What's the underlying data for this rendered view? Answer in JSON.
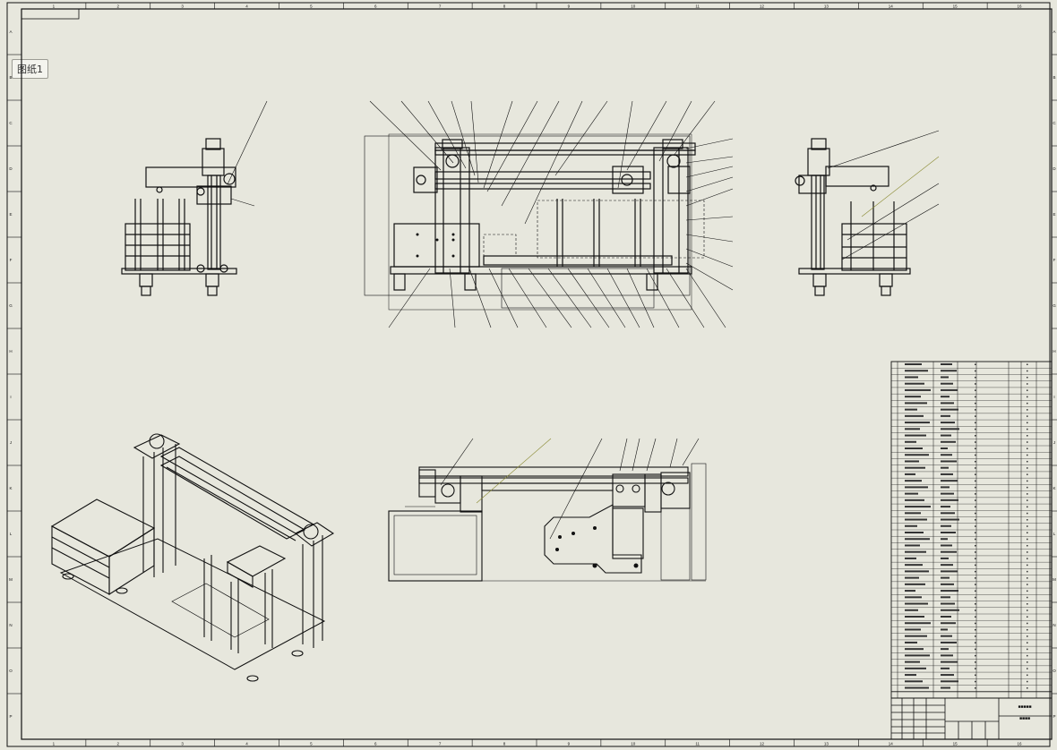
{
  "sheet": {
    "tab_label": "图纸1",
    "background": "#e7e7dd",
    "line_color": "#111111",
    "highlight_color": "#8a8a32"
  },
  "border": {
    "top_zones": [
      "1",
      "2",
      "3",
      "4",
      "5",
      "6",
      "7",
      "8",
      "9",
      "10",
      "11",
      "12",
      "13",
      "14",
      "15",
      "16"
    ],
    "side_zones": [
      "A",
      "B",
      "C",
      "D",
      "E",
      "F",
      "G",
      "H",
      "I",
      "J",
      "K",
      "L",
      "M",
      "N",
      "O",
      "P"
    ]
  },
  "title_block": {
    "company": "■■■■■",
    "drawing_no": "■■■■"
  }
}
